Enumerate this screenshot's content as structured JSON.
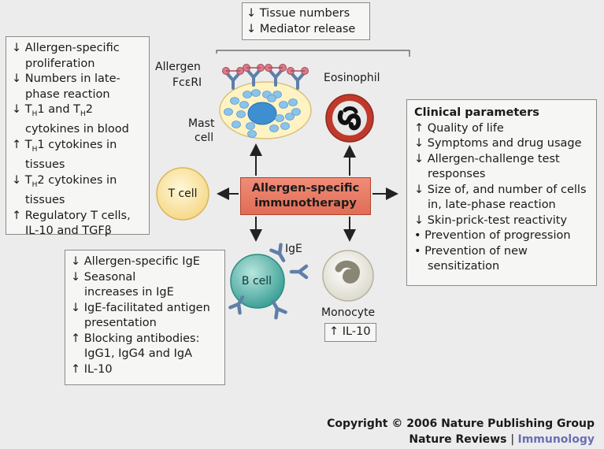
{
  "top_box": {
    "lines": [
      "↓ Tissue numbers",
      "↓ Mediator release"
    ]
  },
  "left_box": {
    "lines": [
      {
        "text": "↓ Allergen-specific",
        "indent": false
      },
      {
        "text": "proliferation",
        "indent": true
      },
      {
        "text": "↓ Numbers in late-",
        "indent": false
      },
      {
        "text": "phase reaction",
        "indent": true
      },
      {
        "html": "↓ T<sub>H</sub>1 and T<sub>H</sub>2",
        "indent": false
      },
      {
        "text": "cytokines in blood",
        "indent": true
      },
      {
        "html": "↑ T<sub>H</sub>1 cytokines in",
        "indent": false
      },
      {
        "text": "tissues",
        "indent": true
      },
      {
        "html": "↓ T<sub>H</sub>2 cytokines in",
        "indent": false
      },
      {
        "text": "tissues",
        "indent": true
      },
      {
        "text": "↑ Regulatory T cells,",
        "indent": false
      },
      {
        "text": "IL-10 and TGFβ",
        "indent": true
      }
    ]
  },
  "bottom_box": {
    "lines": [
      {
        "text": "↓ Allergen-specific IgE",
        "indent": false
      },
      {
        "text": "↓ Seasonal",
        "indent": false
      },
      {
        "text": "increases in IgE",
        "indent": true
      },
      {
        "text": "↓ IgE-facilitated antigen",
        "indent": false
      },
      {
        "text": "presentation",
        "indent": true
      },
      {
        "text": "↑ Blocking antibodies:",
        "indent": false
      },
      {
        "text": "IgG1, IgG4 and IgA",
        "indent": true
      },
      {
        "text": "↑ IL-10",
        "indent": false
      }
    ]
  },
  "clinical_box": {
    "title": "Clinical parameters",
    "lines": [
      {
        "text": "↑ Quality of life",
        "indent": false
      },
      {
        "text": "↓ Symptoms and drug usage",
        "indent": false
      },
      {
        "text": "↓ Allergen-challenge test",
        "indent": false
      },
      {
        "text": "responses",
        "indent": true
      },
      {
        "text": "↓ Size of, and number of cells",
        "indent": false
      },
      {
        "text": "in, late-phase reaction",
        "indent": true
      },
      {
        "text": "↓ Skin-prick-test reactivity",
        "indent": false
      },
      {
        "text": "•  Prevention of progression",
        "indent": false
      },
      {
        "text": "•  Prevention of new",
        "indent": false
      },
      {
        "text": "sensitization",
        "indent": true
      }
    ]
  },
  "center": {
    "line1": "Allergen-specific",
    "line2": "immunotherapy"
  },
  "labels": {
    "allergen": "Allergen",
    "fceri": "FcεRI",
    "mast_cell_1": "Mast",
    "mast_cell_2": "cell",
    "eosinophil": "Eosinophil",
    "t_cell": "T cell",
    "b_cell": "B cell",
    "ige": "IgE",
    "monocyte": "Monocyte",
    "monocyte_note": "↑ IL-10"
  },
  "copyright": {
    "line1": "Copyright © 2006 Nature Publishing Group",
    "line2a": "Nature Reviews",
    "line2b": "Immunology"
  },
  "colors": {
    "center_fill": "#e47560",
    "mast_fill": "#fff4c8",
    "eosinophil_fill": "#c0392b",
    "t_cell_fill": "#ffe9a8",
    "b_cell_fill": "#58b6ad",
    "monocyte_fill": "#e9e6d9",
    "antibody": "#5e7fa8",
    "allergen_pink": "#d87b8a",
    "journal_blue": "#6a6fb5"
  }
}
